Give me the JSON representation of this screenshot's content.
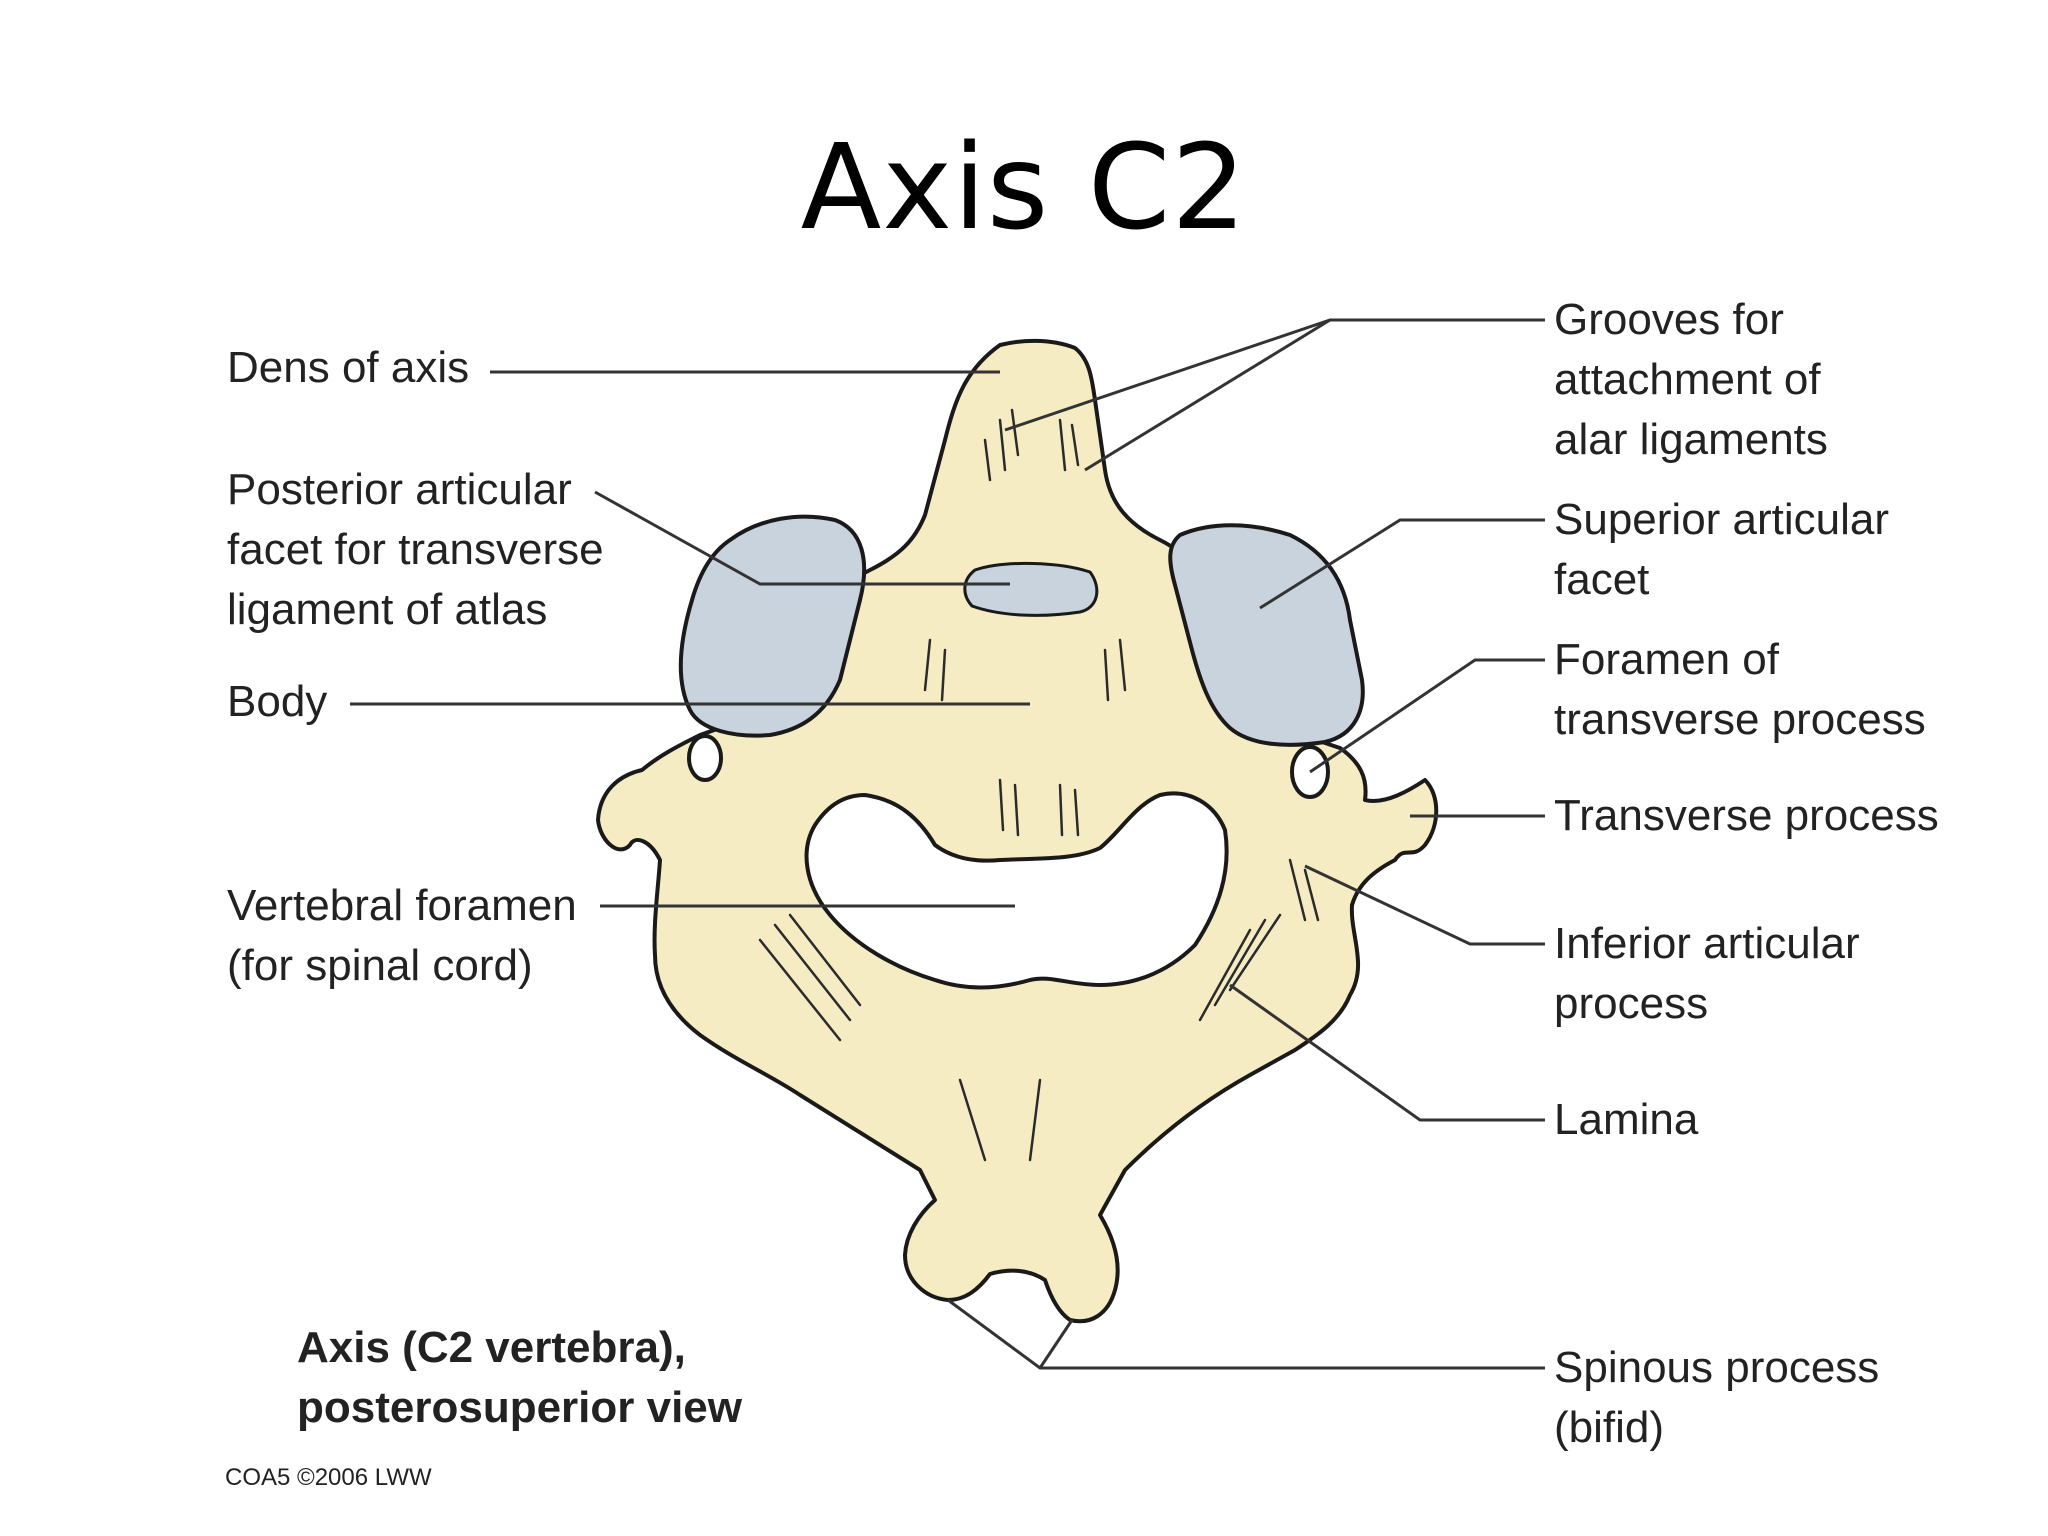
{
  "slide": {
    "title": "Axis C2"
  },
  "labels": {
    "dens": "Dens of axis",
    "posterior_facet": [
      "Posterior articular",
      "facet for transverse",
      "ligament of atlas"
    ],
    "body": "Body",
    "vertebral_foramen": [
      "Vertebral foramen",
      "(for spinal cord)"
    ],
    "grooves": [
      "Grooves for",
      "attachment of",
      "alar ligaments"
    ],
    "superior_facet": [
      "Superior articular",
      "facet"
    ],
    "foramen_transverse": [
      "Foramen of",
      "transverse process"
    ],
    "transverse_process": "Transverse process",
    "inferior_articular": [
      "Inferior articular",
      "process"
    ],
    "lamina": "Lamina",
    "spinous_process": [
      "Spinous process",
      "(bifid)"
    ]
  },
  "caption": [
    "Axis (C2 vertebra),",
    "posterosuperior view"
  ],
  "copyright": "COA5 ©2006 LWW",
  "colors": {
    "bone": "#f6ecc4",
    "facet": "#c9d3dd",
    "outline": "#1a1a1a",
    "leader": "#333333"
  }
}
